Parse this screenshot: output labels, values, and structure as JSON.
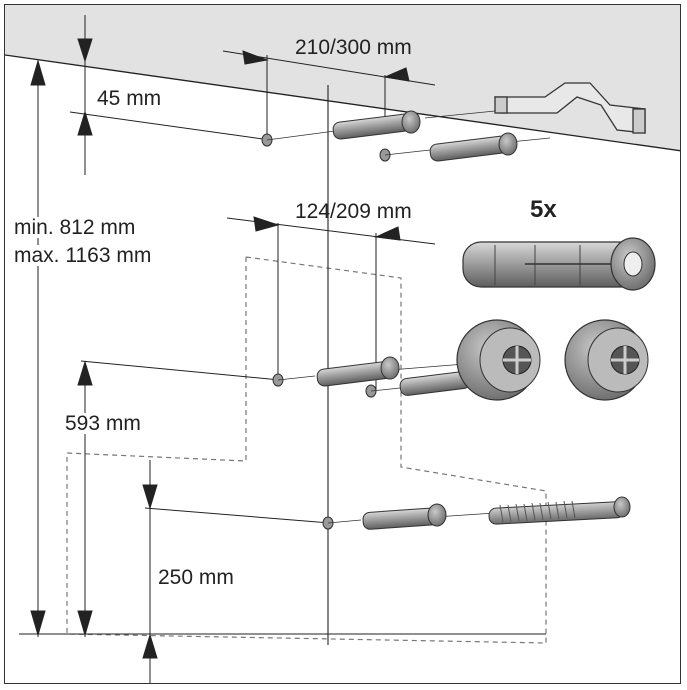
{
  "labels": {
    "top_spacing": "210/300 mm",
    "top_offset": "45 mm",
    "mid_spacing": "124/209 mm",
    "quantity": "5x",
    "total_height_min": "min. 812 mm",
    "total_height_max": "max. 1163 mm",
    "middle_height": "593 mm",
    "bottom_height": "250 mm"
  },
  "colors": {
    "ceiling": "#e2e2e2",
    "line": "#222222",
    "dowel": "#9a9a9a",
    "dowel_dark": "#555555",
    "dashed": "#777777"
  }
}
